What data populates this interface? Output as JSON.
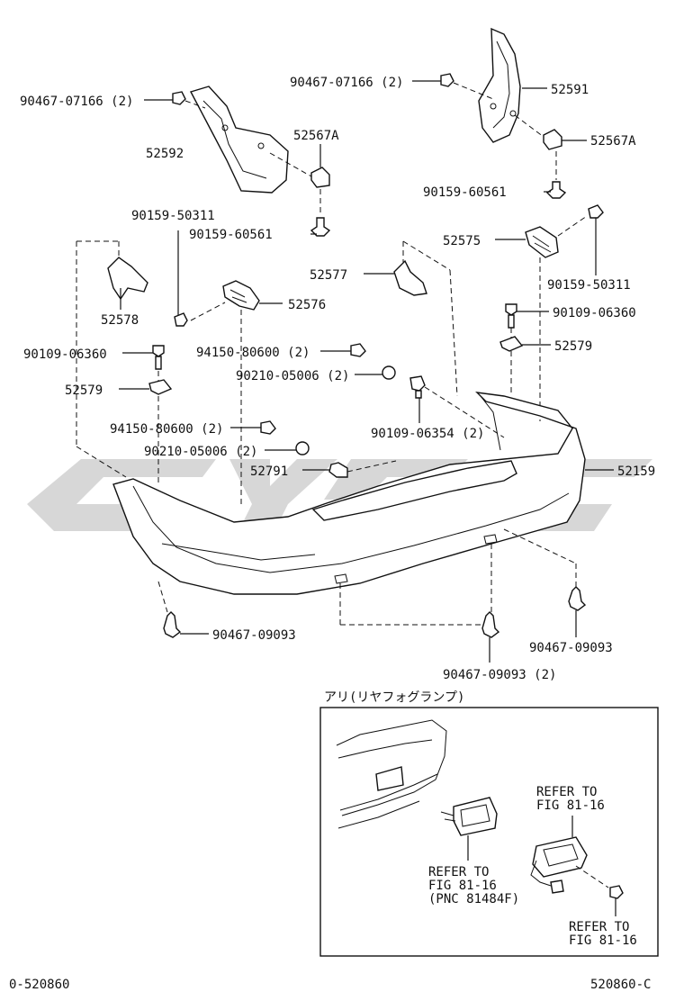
{
  "labels": {
    "p90467_07166_l": "90467-07166 (2)",
    "p90467_07166_r": "90467-07166 (2)",
    "p52592": "52592",
    "p52591": "52591",
    "p52567a_l": "52567A",
    "p52567a_r": "52567A",
    "p90159_60561_l": "90159-60561",
    "p90159_60561_r": "90159-60561",
    "p90159_50311_l": "90159-50311",
    "p90159_50311_r": "90159-50311",
    "p52575": "52575",
    "p52577": "52577",
    "p52576": "52576",
    "p52578": "52578",
    "p90109_06360_l": "90109-06360",
    "p90109_06360_r": "90109-06360",
    "p94150_80600_a": "94150-80600 (2)",
    "p94150_80600_b": "94150-80600 (2)",
    "p90210_05006_a": "90210-05006 (2)",
    "p90210_05006_b": "90210-05006 (2)",
    "p52579_l": "52579",
    "p52579_r": "52579",
    "p90109_06354": "90109-06354 (2)",
    "p52791": "52791",
    "p52159": "52159",
    "p90467_09093_l": "90467-09093",
    "p90467_09093_r": "90467-09093",
    "p90467_09093_m": "90467-09093 (2)"
  },
  "inset": {
    "title": "アリ(リヤフォグランプ)",
    "refer1_line1": "REFER TO",
    "refer1_line2": "FIG 81-16",
    "refer1_line3": "(PNC 81484F)",
    "refer2_line1": "REFER TO",
    "refer2_line2": "FIG 81-16",
    "refer3_line1": "REFER TO",
    "refer3_line2": "FIG 81-16"
  },
  "footer": {
    "left_code": "0-520860",
    "right_code": "520860-C"
  }
}
